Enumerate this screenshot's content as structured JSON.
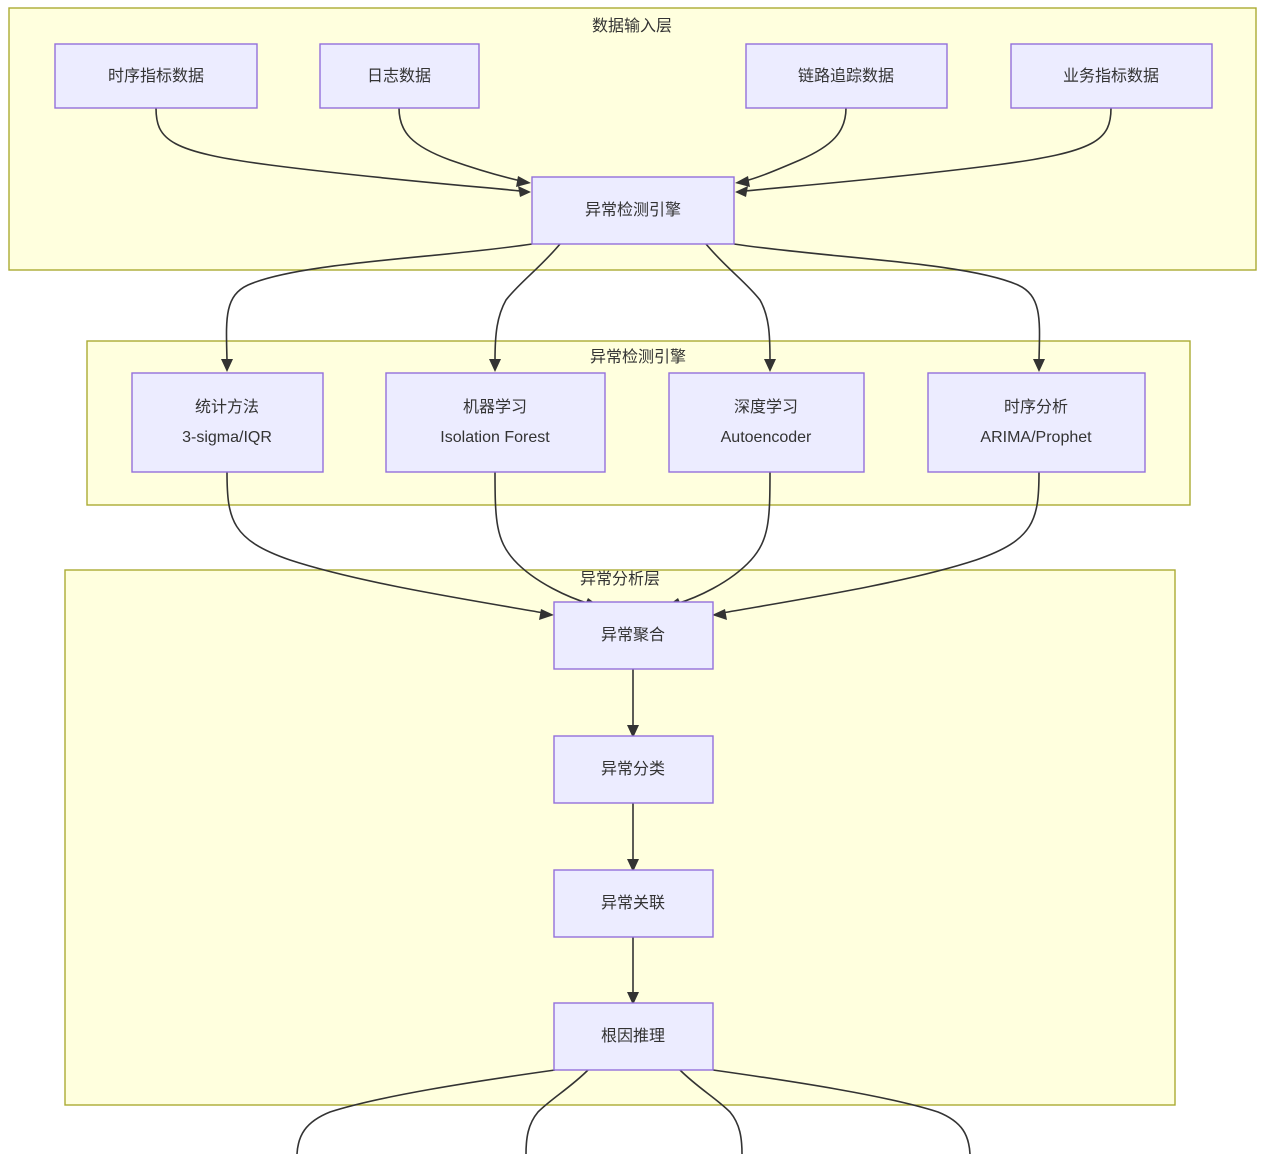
{
  "diagram": {
    "type": "flowchart",
    "direction": "top-down",
    "theme": {
      "cluster_fill": "#ffffde",
      "cluster_stroke": "#aaaa33",
      "node_fill": "#ececff",
      "node_stroke": "#9370db",
      "edge_stroke": "#333333",
      "text_color": "#333333",
      "page_background": "#ffffff"
    },
    "clusters": [
      {
        "id": "c1",
        "title": "数据输入层"
      },
      {
        "id": "c2",
        "title": "异常检测引擎"
      },
      {
        "id": "c3",
        "title": "异常分析层"
      }
    ],
    "nodes": [
      {
        "id": "n-metric",
        "line1": "时序指标数据",
        "line2": ""
      },
      {
        "id": "n-log",
        "line1": "日志数据",
        "line2": ""
      },
      {
        "id": "n-trace",
        "line1": "链路追踪数据",
        "line2": ""
      },
      {
        "id": "n-biz",
        "line1": "业务指标数据",
        "line2": ""
      },
      {
        "id": "n-engine",
        "line1": "异常检测引擎",
        "line2": ""
      },
      {
        "id": "n-stat",
        "line1": "统计方法",
        "line2": "3-sigma/IQR"
      },
      {
        "id": "n-ml",
        "line1": "机器学习",
        "line2": "Isolation Forest"
      },
      {
        "id": "n-dl",
        "line1": "深度学习",
        "line2": "Autoencoder"
      },
      {
        "id": "n-ts",
        "line1": "时序分析",
        "line2": "ARIMA/Prophet"
      },
      {
        "id": "n-agg",
        "line1": "异常聚合",
        "line2": ""
      },
      {
        "id": "n-class",
        "line1": "异常分类",
        "line2": ""
      },
      {
        "id": "n-corr",
        "line1": "异常关联",
        "line2": ""
      },
      {
        "id": "n-root",
        "line1": "根因推理",
        "line2": ""
      }
    ],
    "edges": [
      {
        "from": "n-metric",
        "to": "n-engine"
      },
      {
        "from": "n-log",
        "to": "n-engine"
      },
      {
        "from": "n-trace",
        "to": "n-engine"
      },
      {
        "from": "n-biz",
        "to": "n-engine"
      },
      {
        "from": "n-engine",
        "to": "n-stat"
      },
      {
        "from": "n-engine",
        "to": "n-ml"
      },
      {
        "from": "n-engine",
        "to": "n-dl"
      },
      {
        "from": "n-engine",
        "to": "n-ts"
      },
      {
        "from": "n-stat",
        "to": "n-agg"
      },
      {
        "from": "n-ml",
        "to": "n-agg"
      },
      {
        "from": "n-dl",
        "to": "n-agg"
      },
      {
        "from": "n-ts",
        "to": "n-agg"
      },
      {
        "from": "n-agg",
        "to": "n-class"
      },
      {
        "from": "n-class",
        "to": "n-corr"
      },
      {
        "from": "n-corr",
        "to": "n-root"
      },
      {
        "from": "n-root",
        "to": "offscreen-1"
      },
      {
        "from": "n-root",
        "to": "offscreen-2"
      },
      {
        "from": "n-root",
        "to": "offscreen-3"
      },
      {
        "from": "n-root",
        "to": "offscreen-4"
      }
    ]
  }
}
